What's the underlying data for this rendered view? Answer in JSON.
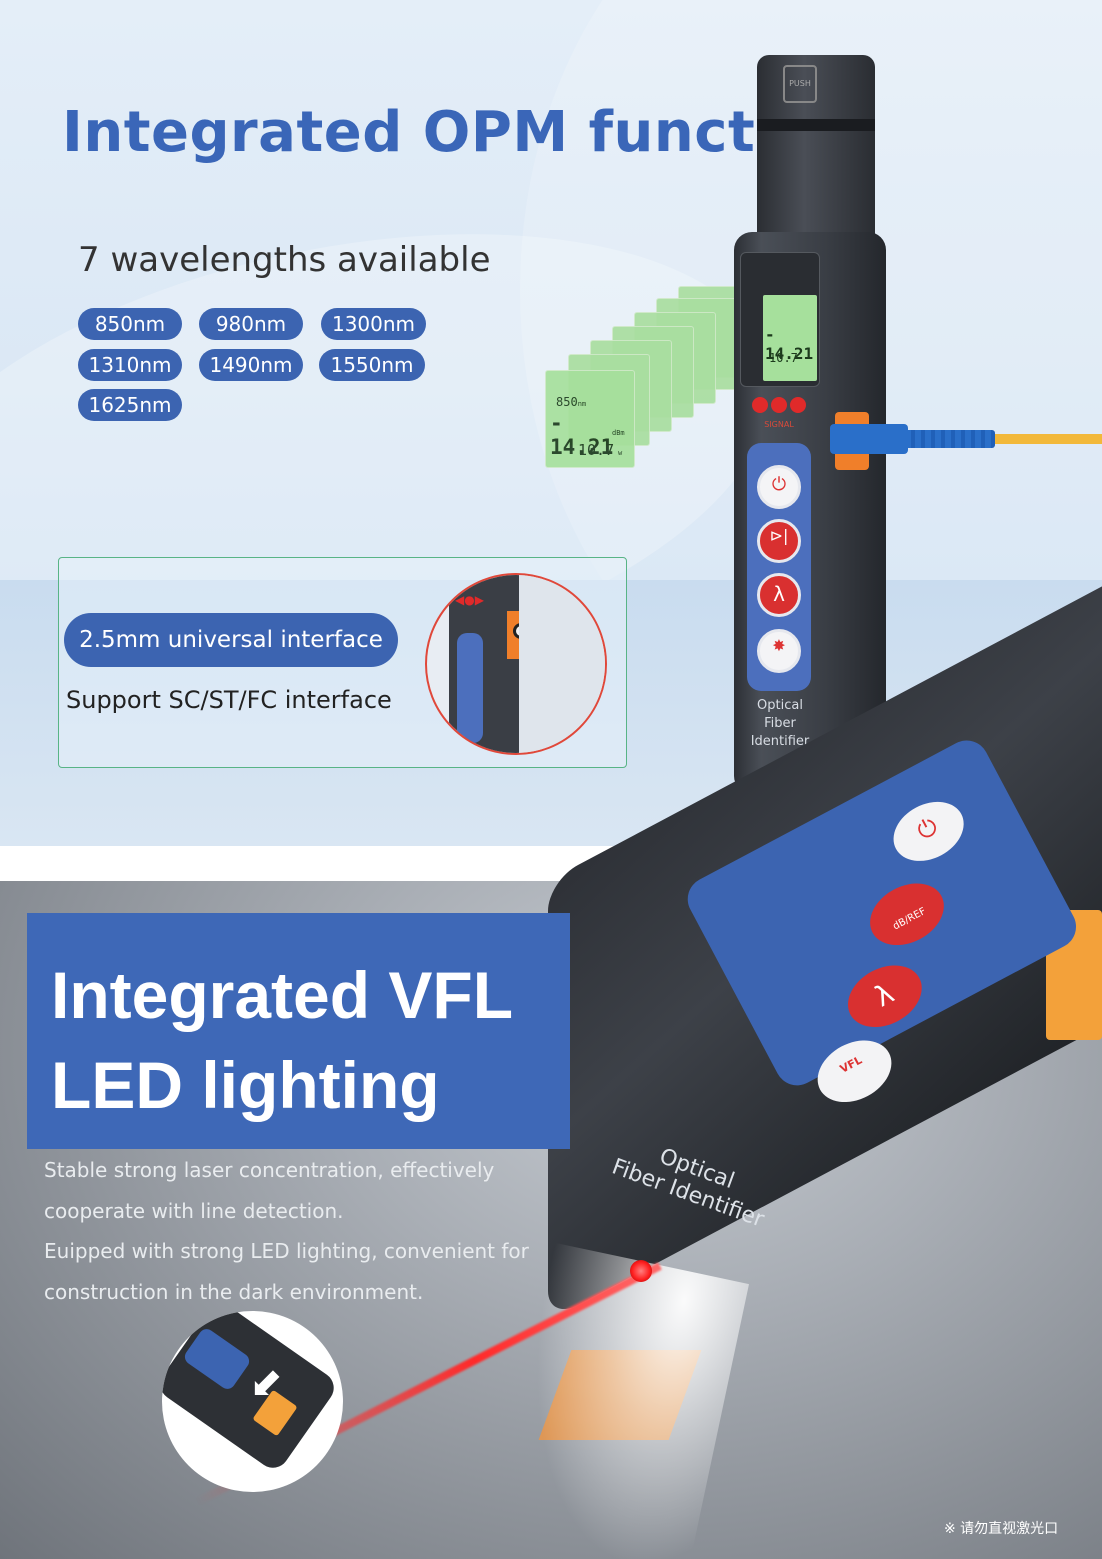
{
  "top": {
    "title": "Integrated OPM function",
    "subtitle": "7 wavelengths available",
    "wavelengths": [
      "850nm",
      "980nm",
      "1300nm",
      "1310nm",
      "1490nm",
      "1550nm",
      "1625nm"
    ],
    "interface_badge": "2.5mm universal interface",
    "interface_text": "Support SC/ST/FC interface",
    "lcd": {
      "wavelength": "850",
      "unit": "nm",
      "power": "- 14.21",
      "power_unit": "dBm",
      "secondary": "10.7",
      "secondary_unit": "w"
    },
    "device_label_line1": "Optical",
    "device_label_line2": "Fiber Identifier",
    "signal_label": "SIGNAL",
    "push_label": "PUSH"
  },
  "bottom": {
    "title_line1": "Integrated VFL",
    "title_line2": "LED lighting",
    "paragraph": [
      "Stable strong laser concentration, effectively",
      "cooperate with line detection.",
      "Euipped with strong LED lighting, convenient for",
      "construction in the dark environment."
    ],
    "device_label_line1": "Optical",
    "device_label_line2": "Fiber Identifier",
    "key_labels": {
      "dbref": "dB/REF",
      "lambda": "λ",
      "vfl": "VFL"
    },
    "warning": "※ 请勿直视激光口"
  },
  "colors": {
    "brand_blue": "#3c64b1",
    "title_blue": "#3a66b8",
    "accent_orange": "#f07f2a",
    "laser_red": "#ff2a2a",
    "card_border_green": "#58b486"
  }
}
